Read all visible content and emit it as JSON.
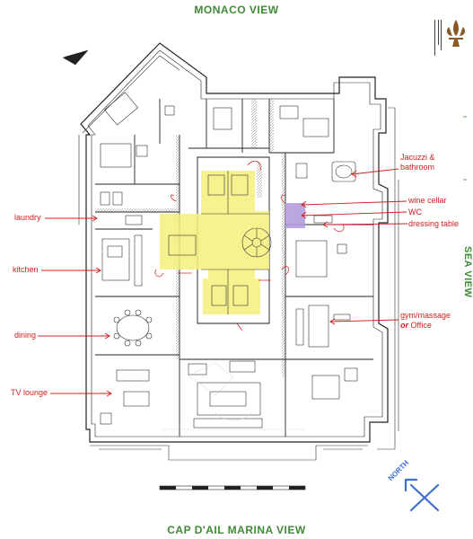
{
  "views": {
    "top": "MONACO VIEW",
    "bottom": "CAP D'AIL MARINA VIEW",
    "right": "SEA VIEW"
  },
  "compass": {
    "label": "NORTH"
  },
  "annotations_left": {
    "laundry": "laundry",
    "kitchen": "kitchen",
    "dining": "dining",
    "tv_lounge": "TV lounge"
  },
  "annotations_right": {
    "jacuzzi_line1": "Jacuzzi  &",
    "jacuzzi_line2": "bathroom",
    "wine_cellar": "wine cellar",
    "wc": "WC",
    "dressing_table": "dressing table",
    "gym_line1": "gym/massage",
    "gym_or": "or",
    "gym_office": "Office"
  },
  "colors": {
    "view_label": "#3f8a36",
    "annotation": "#d11d1d",
    "highlight_core": "#f5f07a",
    "highlight_wc": "#b39ddb",
    "compass": "#3d6fd1",
    "wall": "#222222",
    "brand_logo": "#8a5a2a"
  }
}
